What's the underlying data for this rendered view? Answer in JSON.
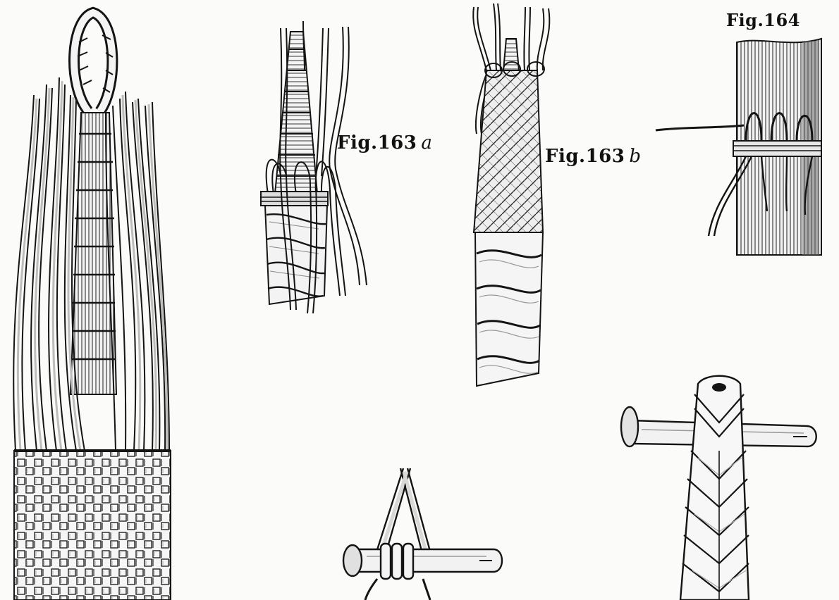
{
  "labels": {
    "fig164": "Fig.164",
    "fig163a_main": "Fig.163",
    "fig163a_suffix": "a",
    "fig163b_main": "Fig.163",
    "fig163b_suffix": "b"
  },
  "colors": {
    "ink": "#141414",
    "paper": "#fbfbf9",
    "shade": "#cfcfcf",
    "mid": "#e6e6e6"
  }
}
